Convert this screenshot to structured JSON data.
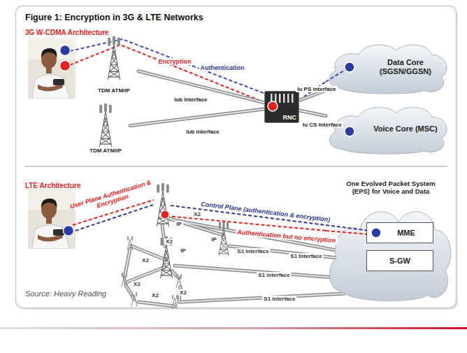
{
  "diagram": {
    "title": "Figure 1: Encryption in 3G & LTE Networks",
    "caption": "Source: Heavy Reading",
    "nodes": [
      {
        "text": [
          "TDM ATM/IP"
        ]
      },
      {
        "text": [
          "TDM ATM/IP"
        ]
      },
      {
        "text": [
          "RNC"
        ]
      },
      {
        "text": [
          "Data Core (SGSN/GGSN)"
        ]
      },
      {
        "text": [
          "Voice Core (MSC)"
        ]
      },
      {
        "text": [
          "One Evolved Packet System (EPS) for Voice and Data"
        ]
      },
      {
        "text": [
          "MME"
        ],
        "in": 5
      },
      {
        "text": [
          "S-GW"
        ],
        "in": 5
      }
    ],
    "edges": [
      {
        "from": 0,
        "to": 2,
        "label": "Iub Interface",
        "arrow": "none"
      },
      {
        "from": 1,
        "to": 2,
        "label": "Iub interface",
        "arrow": "none"
      },
      {
        "from": 2,
        "to": 3,
        "label": "Iu PS interface",
        "arrow": "none"
      },
      {
        "from": 2,
        "to": 4,
        "label": "Iu CS Interface",
        "arrow": "none"
      }
    ],
    "labels": [
      "3G W-CDMA Architecture",
      "Encryption",
      "Authentication",
      "LTE Architecture",
      "User Plane Authentication & Encryption",
      "Control Plane (authentication & encryption)",
      "Authentication but no encryption",
      "IP",
      "X2",
      "IP",
      "X2",
      "IP",
      "X2",
      "S1 Interface",
      "S1 Interface",
      "X2",
      "X2",
      "X2",
      "S1 interface",
      "S1 interface"
    ]
  }
}
